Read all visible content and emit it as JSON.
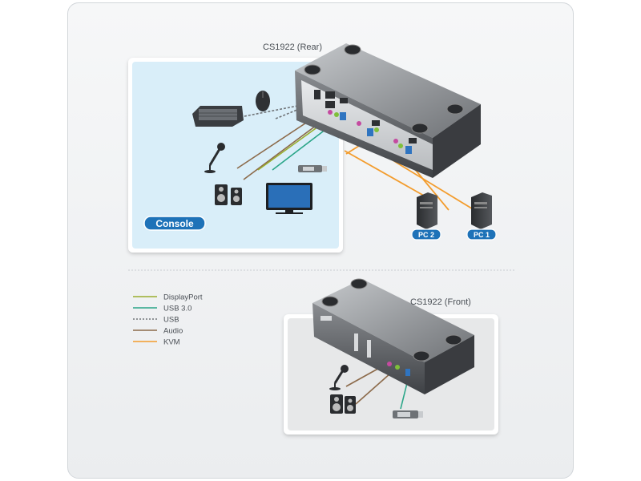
{
  "diagram": {
    "rear_title": "CS1922 (Rear)",
    "front_title": "CS1922 (Front)",
    "console_label": "Console",
    "pc1_label": "PC 1",
    "pc2_label": "PC 2"
  },
  "legend": [
    {
      "label": "DisplayPort",
      "color": "#9aae2e",
      "dashed": false
    },
    {
      "label": "USB 3.0",
      "color": "#2aa588",
      "dashed": false
    },
    {
      "label": "USB",
      "color": "#707478",
      "dashed": true
    },
    {
      "label": "Audio",
      "color": "#8c6a4a",
      "dashed": false
    },
    {
      "label": "KVM",
      "color": "#f39c2c",
      "dashed": false
    }
  ],
  "colors": {
    "console_bg": "#d9eef9",
    "console_badge": "#1e72b8",
    "pc_badge": "#1e72b8",
    "device_body": "#5c5f63"
  },
  "icons": [
    "keyboard-icon",
    "mouse-icon",
    "microphone-icon",
    "speakers-icon",
    "monitor-icon",
    "usb-drive-icon",
    "pc-tower-icon",
    "kvm-switch-icon"
  ]
}
